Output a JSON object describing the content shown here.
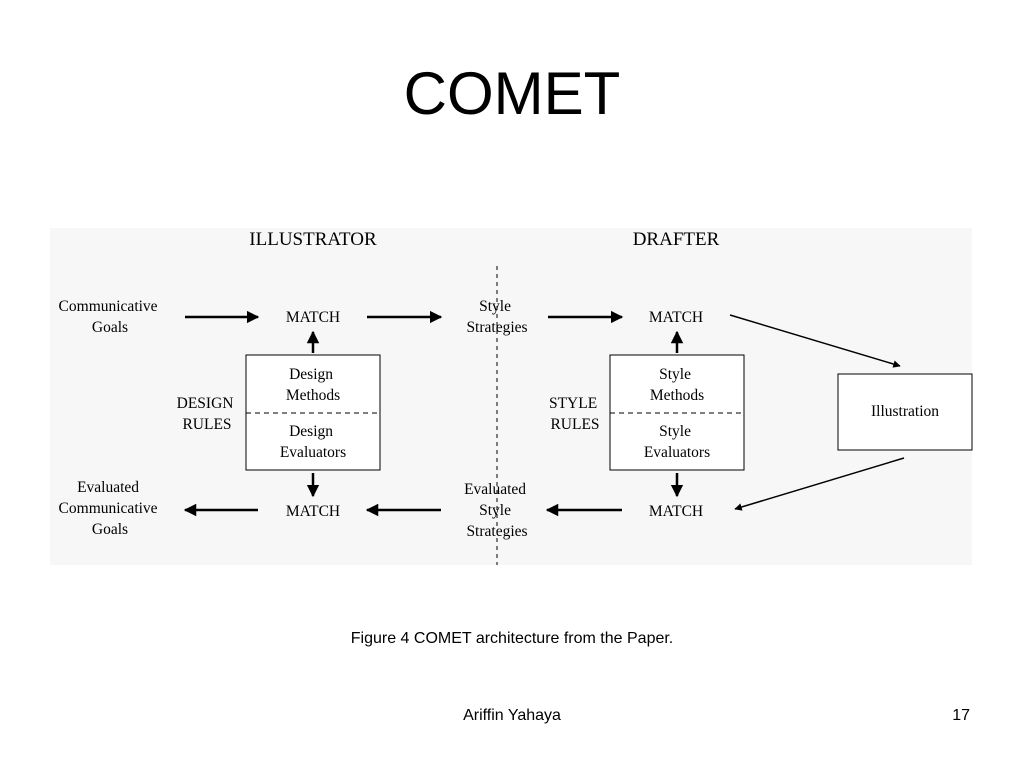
{
  "slide": {
    "title": "COMET",
    "caption": "Figure 4 COMET architecture from the Paper.",
    "footer_author": "Ariffin Yahaya",
    "page_number": "17"
  },
  "diagram": {
    "headers": {
      "illustrator": "ILLUSTRATOR",
      "drafter": "DRAFTER"
    },
    "communicative_goals": [
      "Communicative",
      "Goals"
    ],
    "evaluated_communicative_goals": [
      "Evaluated",
      "Communicative",
      "Goals"
    ],
    "match": "MATCH",
    "style_strategies": [
      "Style",
      "Strategies"
    ],
    "evaluated_style_strategies": [
      "Evaluated",
      "Style",
      "Strategies"
    ],
    "design_rules_label": [
      "DESIGN",
      "RULES"
    ],
    "style_rules_label": [
      "STYLE",
      "RULES"
    ],
    "design_methods": [
      "Design",
      "Methods"
    ],
    "design_evaluators": [
      "Design",
      "Evaluators"
    ],
    "style_methods": [
      "Style",
      "Methods"
    ],
    "style_evaluators": [
      "Style",
      "Evaluators"
    ],
    "illustration": "Illustration"
  },
  "colors": {
    "panel_background": "#f7f7f7",
    "ink": "#000000"
  }
}
